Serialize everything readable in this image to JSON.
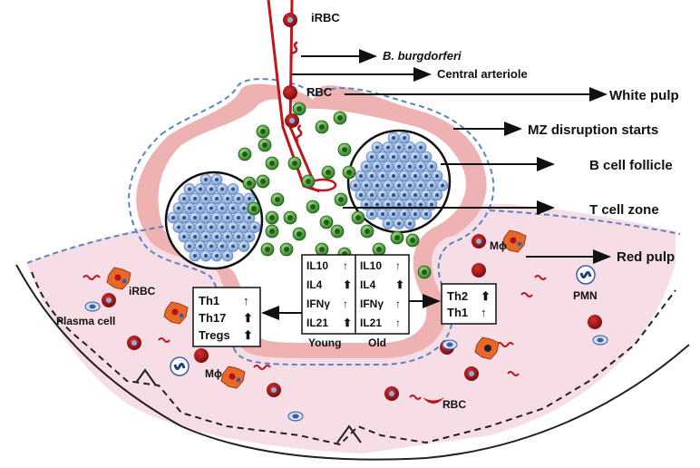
{
  "labels": {
    "irbc_top": "iRBC",
    "b_burgdorferi": "B. burgdorferi",
    "central_arteriole": "Central arteriole",
    "rbc_top": "RBC",
    "white_pulp": "White pulp",
    "mz_disruption": "MZ disruption starts",
    "b_cell_follicle": "B cell follicle",
    "t_cell_zone": "T cell zone",
    "red_pulp": "Red pulp",
    "mphi_right": "Mϕ",
    "irbc_left": "iRBC",
    "pmn": "PMN",
    "plasma_cell": "Plasma cell",
    "mphi_left": "Mϕ",
    "rbc_bottom": "RBC"
  },
  "cytokines": {
    "young_label": "Young",
    "old_label": "Old",
    "young": [
      {
        "name": "IL10",
        "arrow": "↑"
      },
      {
        "name": "IL4",
        "arrow": "⬆"
      },
      {
        "name": "IFNγ",
        "arrow": "↑"
      },
      {
        "name": "IL21",
        "arrow": "⬆"
      }
    ],
    "old": [
      {
        "name": "IL10",
        "arrow": "↑"
      },
      {
        "name": "IL4",
        "arrow": "⬆"
      },
      {
        "name": "IFNγ",
        "arrow": "↑"
      },
      {
        "name": "IL21",
        "arrow": "↑"
      }
    ]
  },
  "th_left": [
    {
      "name": "Th1",
      "arrow": "↑"
    },
    {
      "name": "Th17",
      "arrow": "⬆"
    },
    {
      "name": "Tregs",
      "arrow": "⬆"
    }
  ],
  "th_right": [
    {
      "name": "Th2",
      "arrow": "⬆"
    },
    {
      "name": "Th1",
      "arrow": "↑"
    }
  ],
  "colors": {
    "red_pulp_fill": "#f6dde6",
    "mz_band": "#efb2b2",
    "white_pulp_fill": "#ffffff",
    "border_dash": "#5a84c4",
    "b_cell": "#8fb0dc",
    "b_cell_nucleus": "#3a5f9e",
    "t_cell": "#3d8f2e",
    "t_cell_inner": "#9fd88a",
    "rbc": "#b5151b",
    "macrophage": "#e8682a",
    "arteriole": "#c0151b"
  }
}
